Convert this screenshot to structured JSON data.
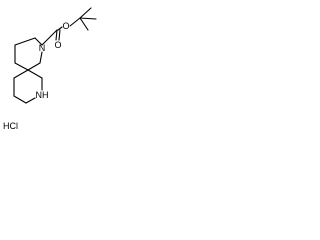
{
  "molecule": {
    "atoms": {
      "ring_nitrogen": "N",
      "amine_nitrogen": "NH",
      "ester_oxygen": "O",
      "carbonyl_oxygen": "O"
    },
    "salt": "HCl"
  },
  "colors": {
    "bond": "#000000",
    "label": "#000000",
    "background": "#ffffff"
  }
}
